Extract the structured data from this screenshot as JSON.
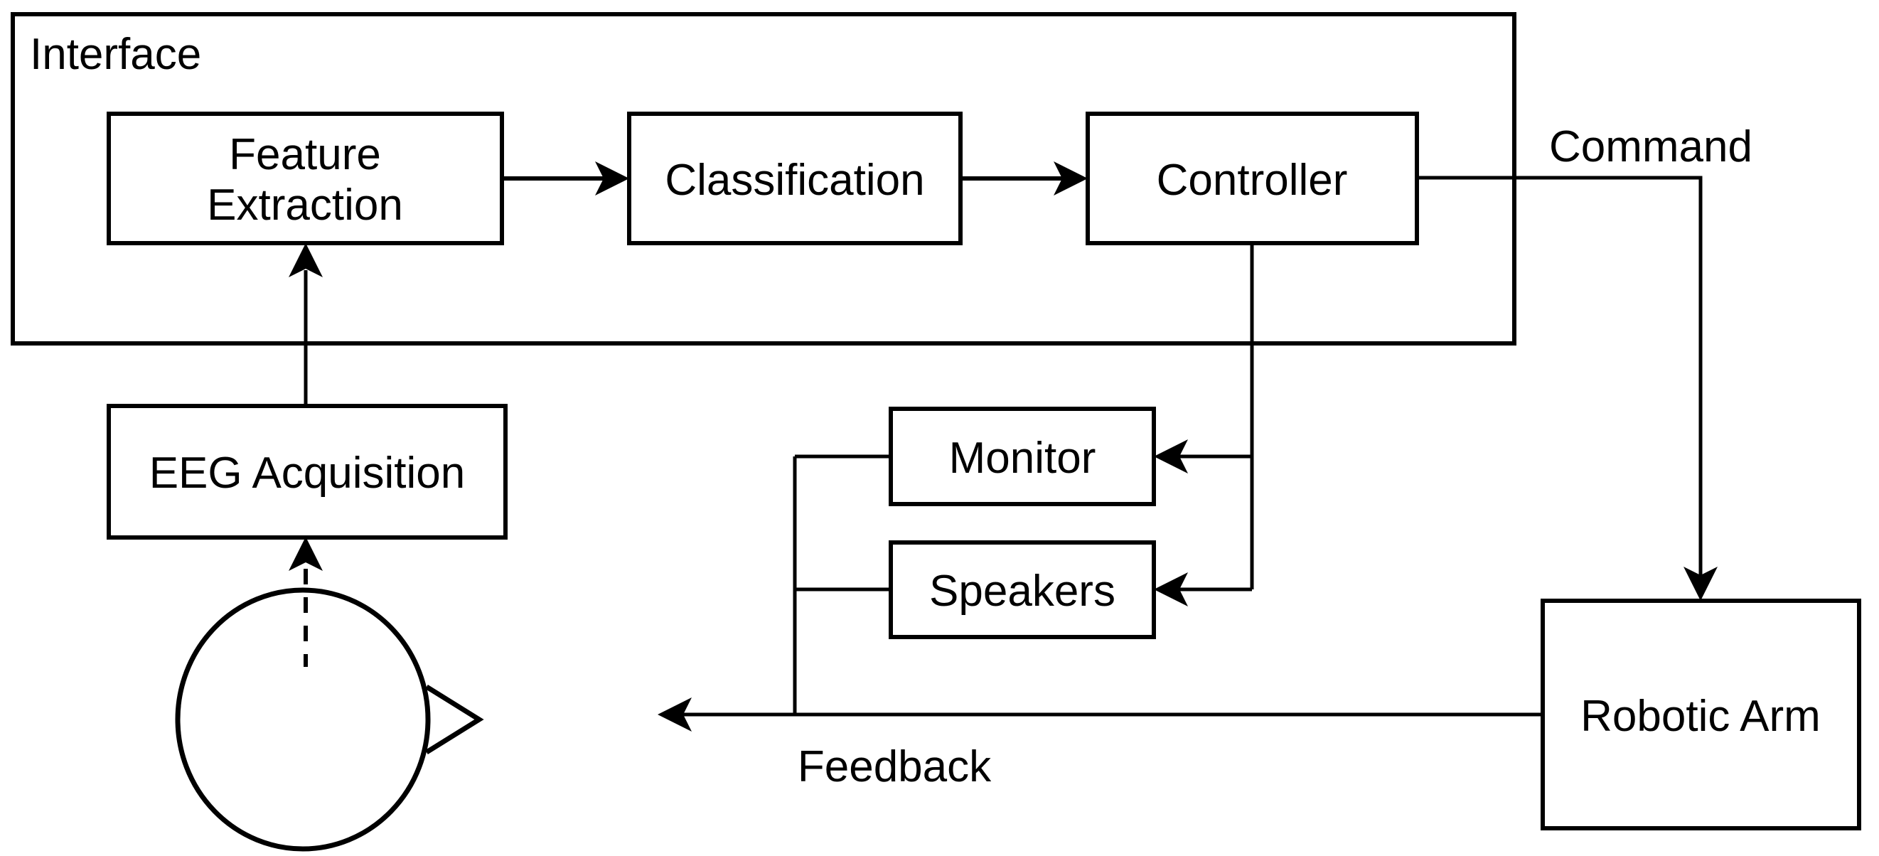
{
  "diagram": {
    "title_region": "brain-computer-interface block diagram",
    "colors": {
      "background": "#ffffff",
      "stroke": "#000000",
      "text": "#000000"
    },
    "container": {
      "label": "Interface"
    },
    "nodes": {
      "feature_extraction": {
        "line1": "Feature",
        "line2": "Extraction"
      },
      "classification": {
        "label": "Classification"
      },
      "controller": {
        "label": "Controller"
      },
      "eeg_acquisition": {
        "label": "EEG Acquisition"
      },
      "monitor": {
        "label": "Monitor"
      },
      "speakers": {
        "label": "Speakers"
      },
      "robotic_arm": {
        "label": "Robotic Arm"
      }
    },
    "edge_labels": {
      "command": "Command",
      "feedback": "Feedback"
    },
    "figures": {
      "head": "human-head-top-view-with-nose"
    }
  }
}
